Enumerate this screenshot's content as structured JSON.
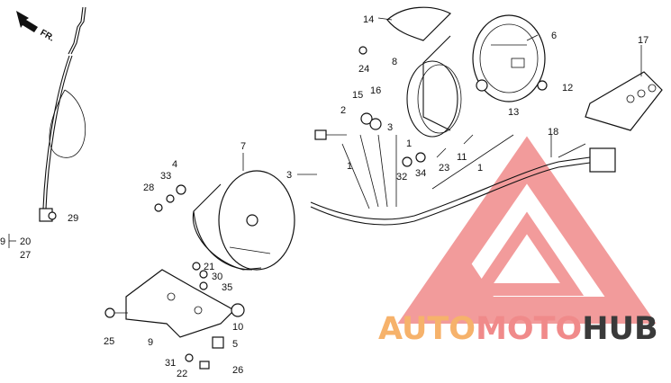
{
  "direction_label": "FR.",
  "part_labels": [
    "1",
    "1",
    "1",
    "2",
    "3",
    "3",
    "4",
    "5",
    "6",
    "7",
    "8",
    "9",
    "9",
    "10",
    "11",
    "12",
    "13",
    "14",
    "15",
    "16",
    "17",
    "18",
    "20",
    "21",
    "22",
    "23",
    "24",
    "25",
    "26",
    "27",
    "28",
    "29",
    "30",
    "31",
    "32",
    "33",
    "34",
    "35"
  ],
  "watermark": {
    "part1": "AUTO",
    "part2": "MOTO",
    "part3": "HUB",
    "color1": "#f6b26b",
    "color2": "#f08a8a",
    "color3": "#3a3a3a",
    "triangle_color": "#f08a8a"
  }
}
